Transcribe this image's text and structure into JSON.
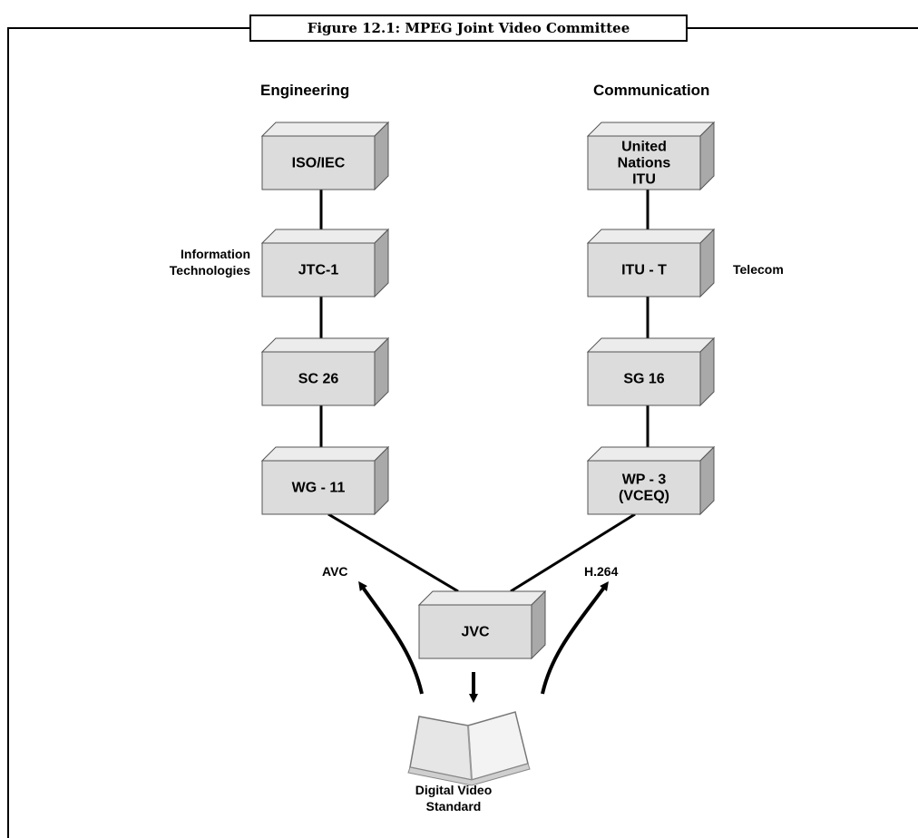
{
  "figure": {
    "caption": "Figure 12.1: MPEG Joint Video Committee"
  },
  "headers": {
    "left": "Engineering",
    "right": "Communication"
  },
  "side_labels": {
    "info_line1": "Information",
    "info_line2": "Technologies",
    "telecom": "Telecom",
    "avc": "AVC",
    "h264": "H.264",
    "dvs_line1": "Digital Video",
    "dvs_line2": "Standard"
  },
  "nodes": {
    "iso_iec": [
      "ISO/IEC"
    ],
    "jtc1": [
      "JTC-1"
    ],
    "sc26": [
      "SC 26"
    ],
    "wg11": [
      "WG - 11"
    ],
    "un_itu": [
      "United",
      "Nations",
      "ITU"
    ],
    "itu_t": [
      "ITU - T"
    ],
    "sg16": [
      "SG 16"
    ],
    "wp3": [
      "WP - 3",
      "(VCEQ)"
    ],
    "jvc": [
      "JVC"
    ]
  },
  "colors": {
    "box_face": "#dcdcdc",
    "box_top": "#ececec",
    "box_side": "#a9a9a9",
    "line": "#000000"
  }
}
